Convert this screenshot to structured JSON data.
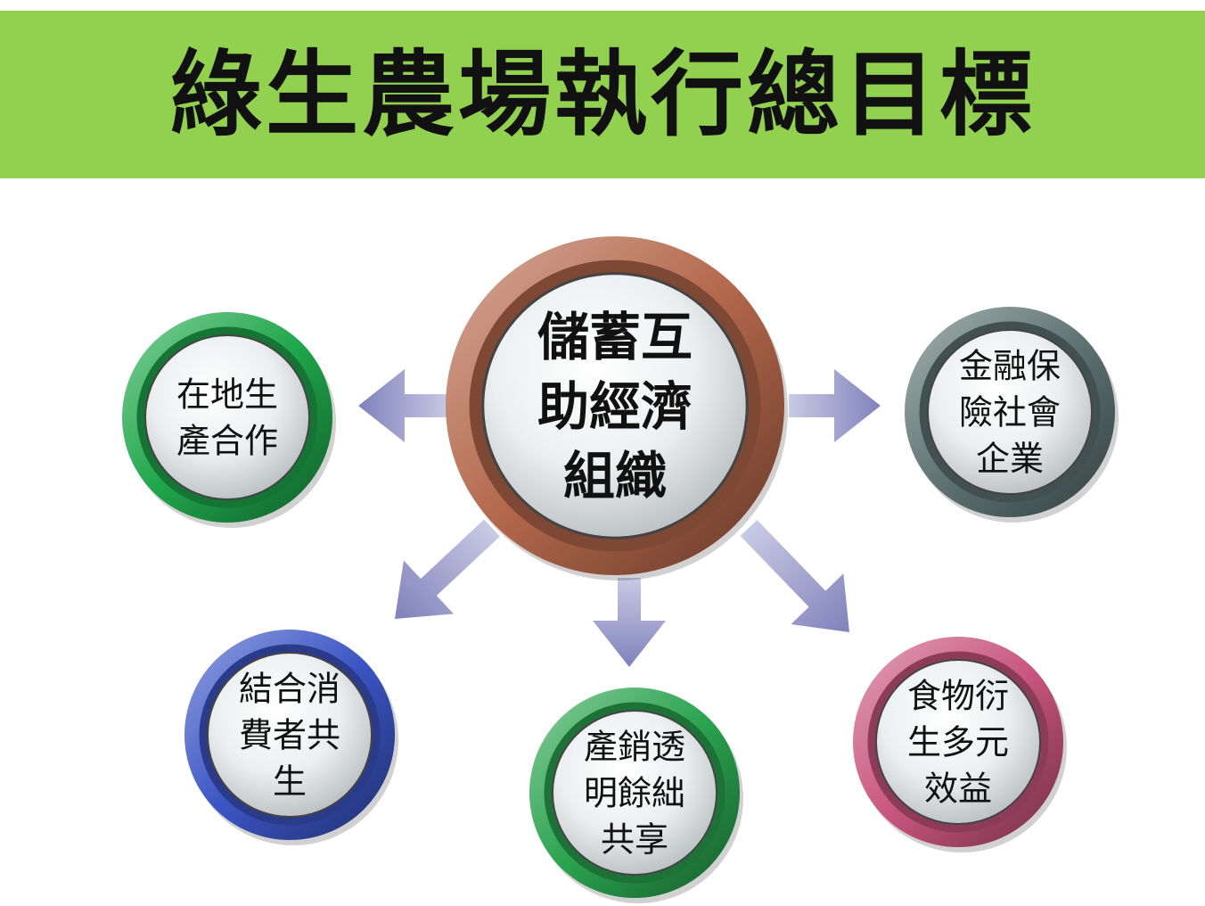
{
  "title": "綠生農場執行總目標",
  "center": {
    "lines": [
      "儲蓄互",
      "助經濟",
      "組織"
    ],
    "color": "#b3674a"
  },
  "nodes": [
    {
      "id": "local",
      "lines": [
        "在地生",
        "產合作"
      ],
      "color": "#1fa64a"
    },
    {
      "id": "finance",
      "lines": [
        "金融保",
        "險社會",
        "企業"
      ],
      "color": "#5e7372"
    },
    {
      "id": "consumer",
      "lines": [
        "結合消",
        "費者共",
        "生"
      ],
      "color": "#3b55c4"
    },
    {
      "id": "transparent",
      "lines": [
        "產銷透",
        "明餘絀",
        "共享"
      ],
      "color": "#2aa34e"
    },
    {
      "id": "food",
      "lines": [
        "食物衍",
        "生多元",
        "效益"
      ],
      "color": "#c9567e"
    }
  ],
  "colors": {
    "banner": "#92d050",
    "arrow": "#8d8fc2"
  }
}
